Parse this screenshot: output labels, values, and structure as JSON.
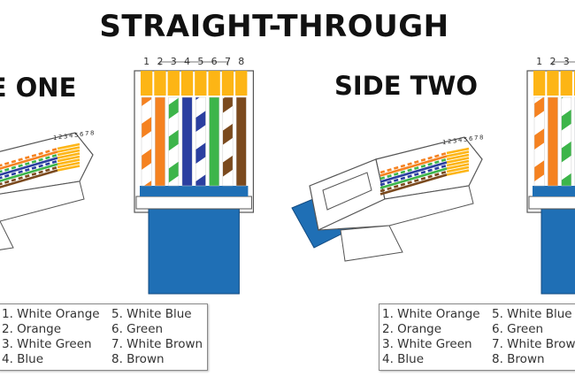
{
  "title": "STRAIGHT-THROUGH",
  "side_one": "SIDE ONE",
  "side_two": "SIDE TWO",
  "pin_numbers": [
    "1",
    "2",
    "3",
    "4",
    "5",
    "6",
    "7",
    "8"
  ],
  "pins": [
    {
      "label": "1. White Orange",
      "color": "#f58220",
      "striped": true
    },
    {
      "label": "2. Orange",
      "color": "#f58220",
      "striped": false
    },
    {
      "label": "3. White Green",
      "color": "#3db54a",
      "striped": true
    },
    {
      "label": "4. Blue",
      "color": "#2b3fa0",
      "striped": false
    },
    {
      "label": "5. White Blue",
      "color": "#2b3fa0",
      "striped": true
    },
    {
      "label": "6. Green",
      "color": "#3db54a",
      "striped": false
    },
    {
      "label": "7. White Brown",
      "color": "#7b4a1e",
      "striped": true
    },
    {
      "label": "8. Brown",
      "color": "#7b4a1e",
      "striped": false
    }
  ],
  "colors": {
    "contact": "#fdb515",
    "cable": "#1f6fb5",
    "outline": "#555555"
  }
}
